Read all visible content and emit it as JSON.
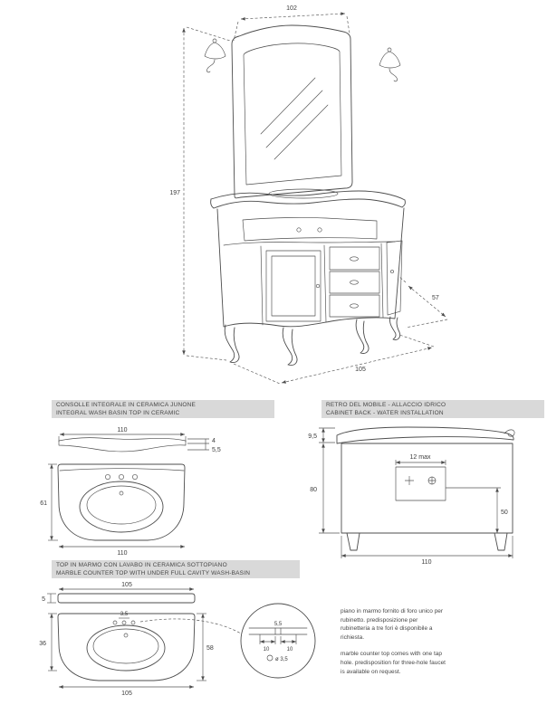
{
  "page": {
    "background": "#ffffff",
    "line_color": "#4d4d4d",
    "header_bg": "#d9d9d9"
  },
  "main_drawing": {
    "width_top": "102",
    "height": "197",
    "depth": "57",
    "width_bottom": "105"
  },
  "basin_section": {
    "title_it": "CONSOLLE INTEGRALE IN CERAMICA JUNONE",
    "title_en": "INTEGRAL WASH BASIN TOP IN CERAMIC",
    "dim_width_top": "110",
    "dim_thickness_top": "4",
    "dim_thickness_edge": "5,5",
    "dim_height": "61",
    "dim_width_bottom": "110"
  },
  "back_section": {
    "title_it": "RETRO DEL MOBILE - ALLACCIO IDRICO",
    "title_en": "CABINET BACK - WATER INSTALLATION",
    "dim_top_offset": "9,5",
    "dim_height": "80",
    "dim_box": "12 max",
    "dim_pipe_height": "50",
    "dim_width": "110"
  },
  "marble_section": {
    "title_it": "TOP IN MARMO CON LAVABO IN CERAMICA SOTTOPIANO",
    "title_en": "MARBLE COUNTER TOP WITH UNDER FULL CAVITY WASH-BASIN",
    "dim_width_top": "105",
    "dim_thickness": "5",
    "dim_height_left": "36",
    "dim_height_right": "58",
    "dim_width_bottom": "105",
    "dim_hole": "3,5",
    "detail": {
      "dim_left": "10",
      "dim_center": "5,5",
      "dim_right": "10",
      "dim_hole": "ø 3,5"
    },
    "note_it": "piano in marmo fornito di foro unico per rubinetto. predisposizione per rubinetteria a tre fori è disponibile a richiesta.",
    "note_en": "marble counter top comes with one tap hole. predisposition for three-hole faucet is available on request."
  }
}
